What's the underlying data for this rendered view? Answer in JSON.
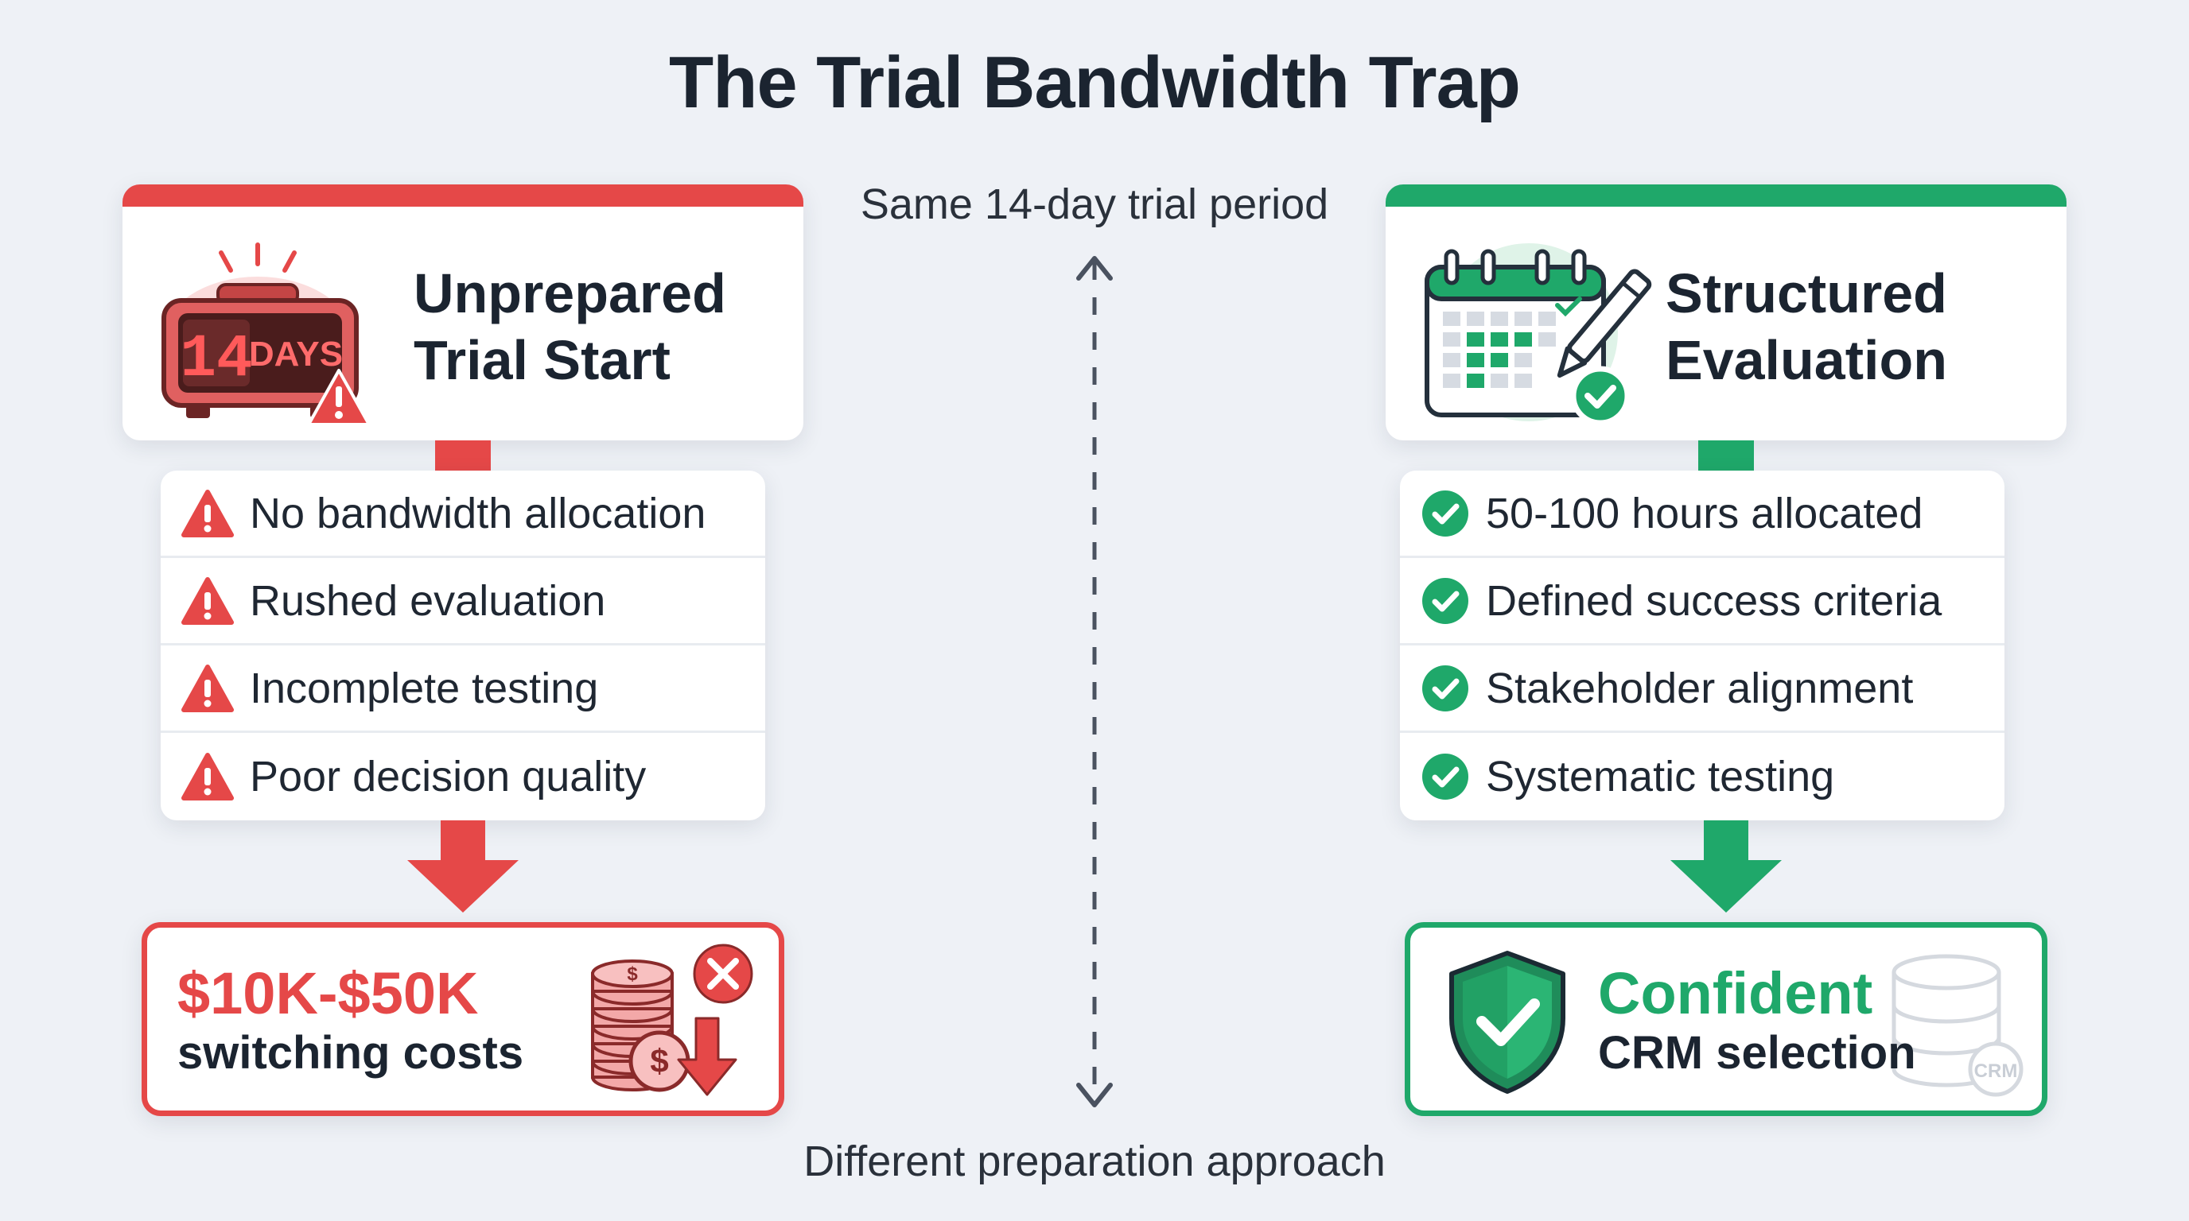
{
  "title": "The Trial Bandwidth Trap",
  "middle": {
    "top_label": "Same 14-day trial period",
    "bottom_label": "Different preparation approach"
  },
  "colors": {
    "red": "#e54848",
    "green": "#1fa86a",
    "background": "#eef1f6"
  },
  "left": {
    "heading_line1": "Unprepared",
    "heading_line2": "Trial Start",
    "clock_digits": "14",
    "clock_unit": "DAYS",
    "icon": "alarm-clock-warning-icon",
    "items": [
      "No bandwidth allocation",
      "Rushed evaluation",
      "Incomplete testing",
      "Poor decision quality"
    ],
    "item_icon": "warning-triangle-icon",
    "result_big": "$10K-$50K",
    "result_small": "switching costs",
    "result_icon": "coins-loss-icon"
  },
  "right": {
    "heading_line1": "Structured",
    "heading_line2": "Evaluation",
    "icon": "calendar-plan-icon",
    "items": [
      "50-100 hours allocated",
      "Defined success criteria",
      "Stakeholder alignment",
      "Systematic testing"
    ],
    "item_icon": "check-circle-icon",
    "result_big": "Confident",
    "result_small": "CRM selection",
    "result_icon": "shield-check-icon",
    "crm_badge": "CRM"
  }
}
